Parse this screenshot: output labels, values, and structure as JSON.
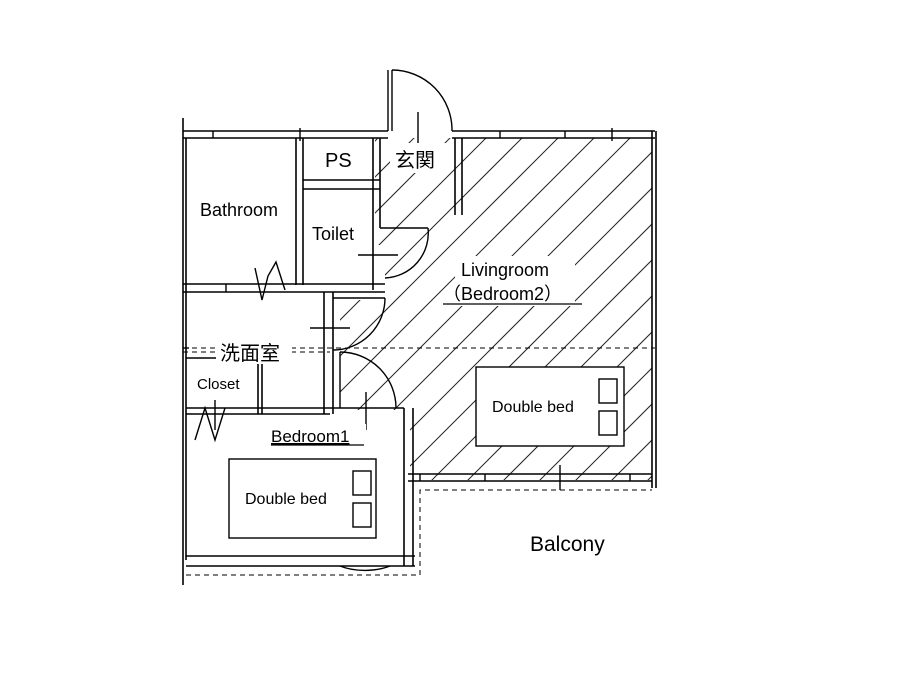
{
  "rooms": {
    "ps": "PS",
    "entrance": "玄関",
    "bathroom": "Bathroom",
    "toilet": "Toilet",
    "living_title": "Livingroom",
    "living_subtitle": "（Bedroom2）",
    "washroom": "洗面室",
    "closet": "Closet",
    "bedroom1": "Bedroom1",
    "double_bed_living": "Double bed",
    "double_bed_bedroom1": "Double bed",
    "balcony": "Balcony"
  }
}
